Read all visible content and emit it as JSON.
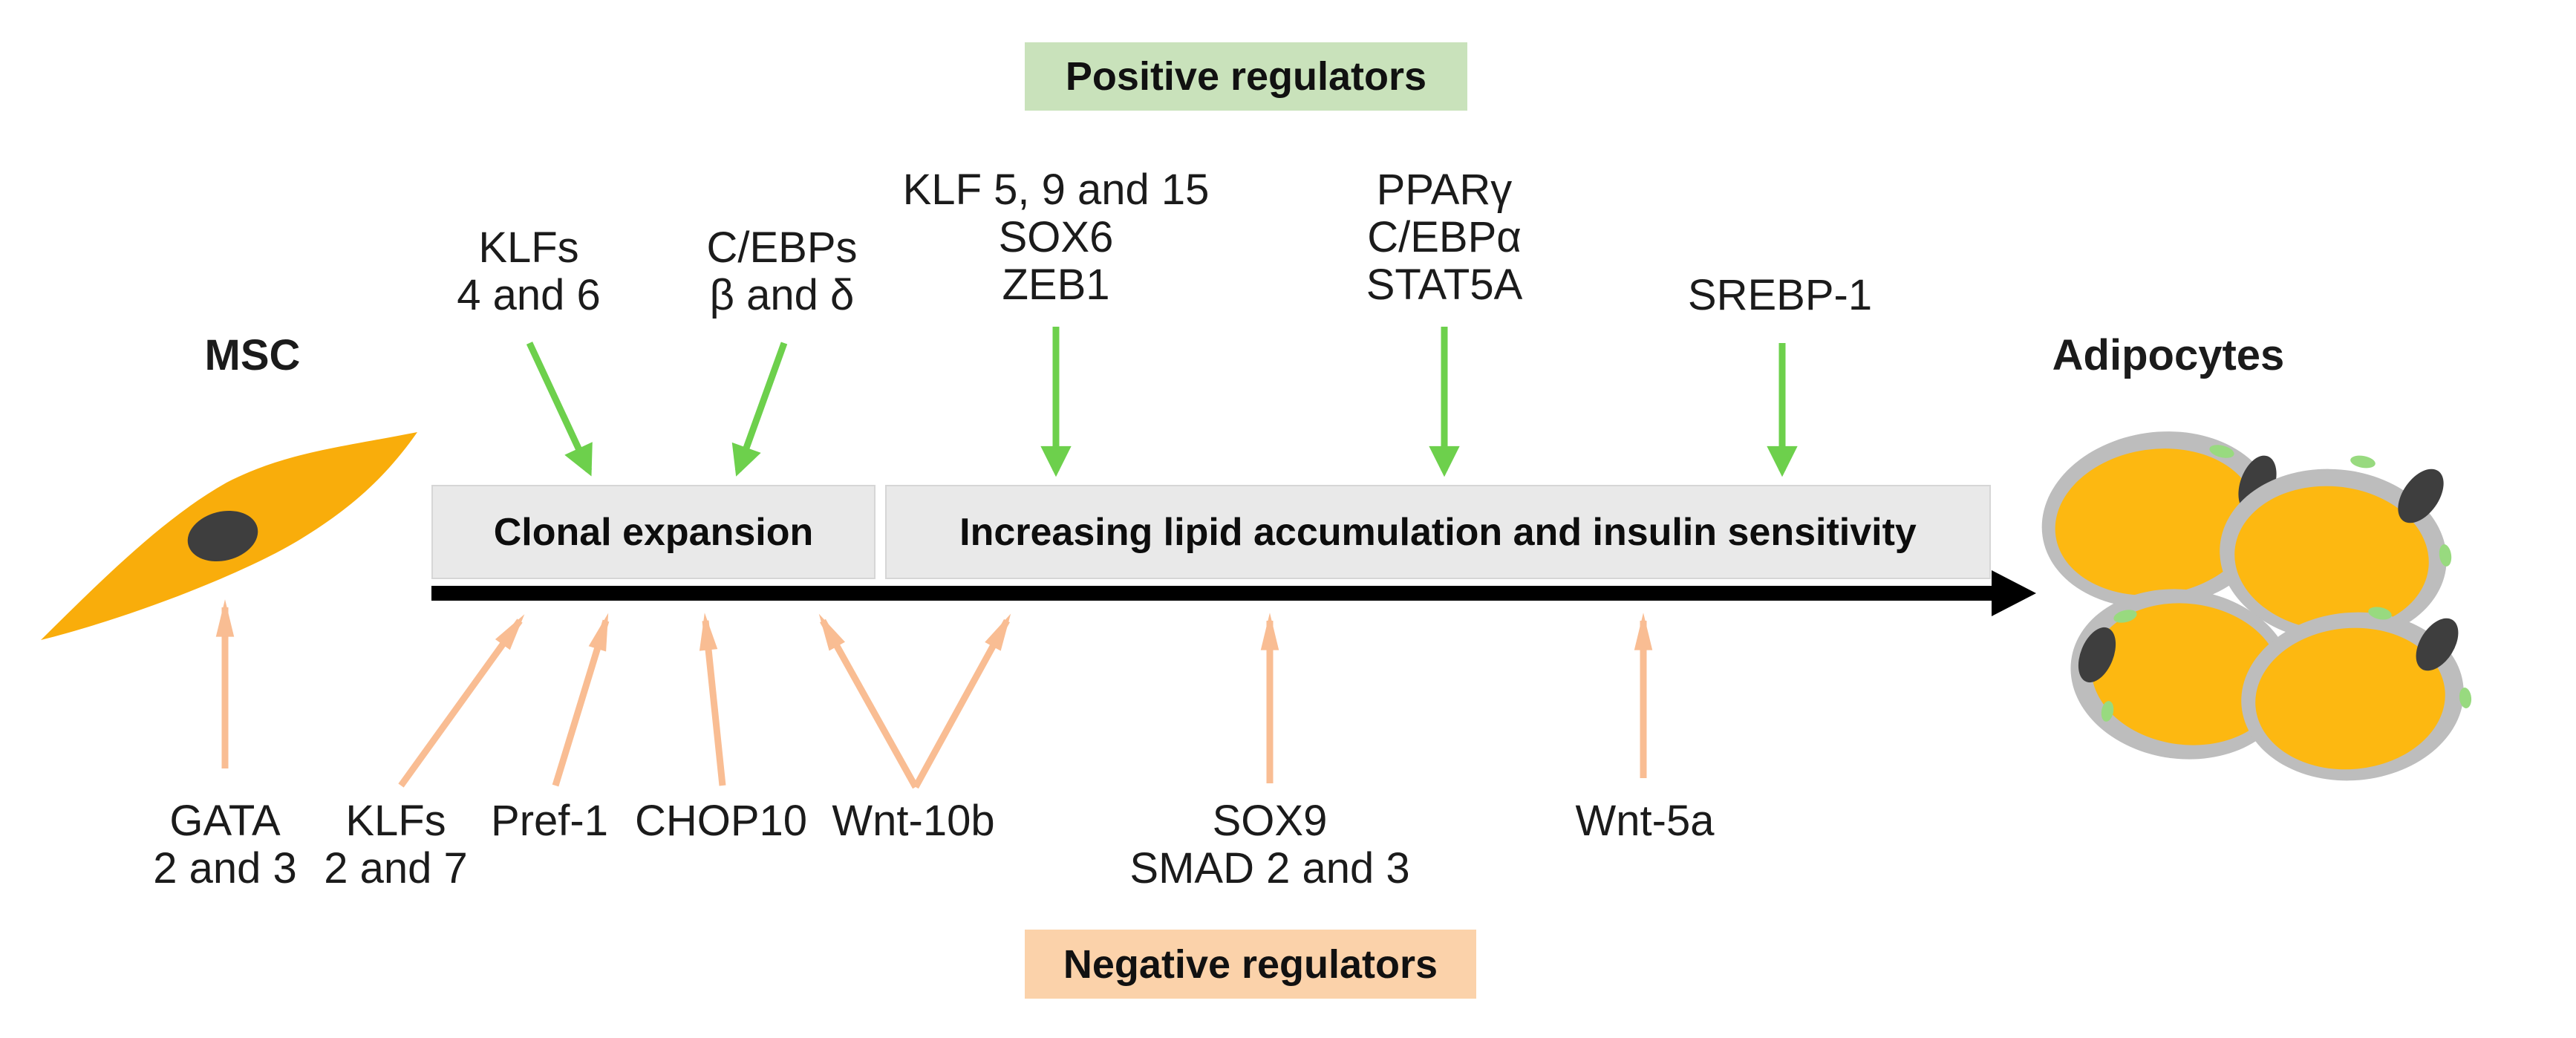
{
  "banners": {
    "positive": "Positive regulators",
    "negative": "Negative regulators"
  },
  "entities": {
    "source": "MSC",
    "result": "Adipocytes"
  },
  "stages": [
    {
      "label": "Clonal expansion"
    },
    {
      "label": "Increasing lipid accumulation and insulin sensitivity"
    }
  ],
  "positive_regulators": [
    "KLFs\n4 and 6",
    "C/EBPs\nβ and δ",
    "KLF 5, 9 and 15\nSOX6\nZEB1",
    "PPARγ\nC/EBPα\nSTAT5A",
    "SREBP-1"
  ],
  "negative_regulators": [
    "GATA\n2 and 3",
    "KLFs\n2 and 7",
    "Pref-1",
    "CHOP10",
    "Wnt-10b",
    "SOX9\nSMAD 2 and 3",
    "Wnt-5a"
  ],
  "colors": {
    "positive_banner_bg": "#c9e2bb",
    "negative_banner_bg": "#fbd2aa",
    "stage_box_bg": "#e9e9e9",
    "green_arrow": "#6dd04c",
    "orange_arrow": "#f9bd93",
    "timeline_black": "#000000",
    "msc_cell_fill": "#f9ad0b",
    "adipocyte_fill": "#fdb811",
    "cell_membrane_gray": "#bdbdbd",
    "nucleus_gray": "#3e3e3e",
    "green_dot": "#98da7f"
  }
}
